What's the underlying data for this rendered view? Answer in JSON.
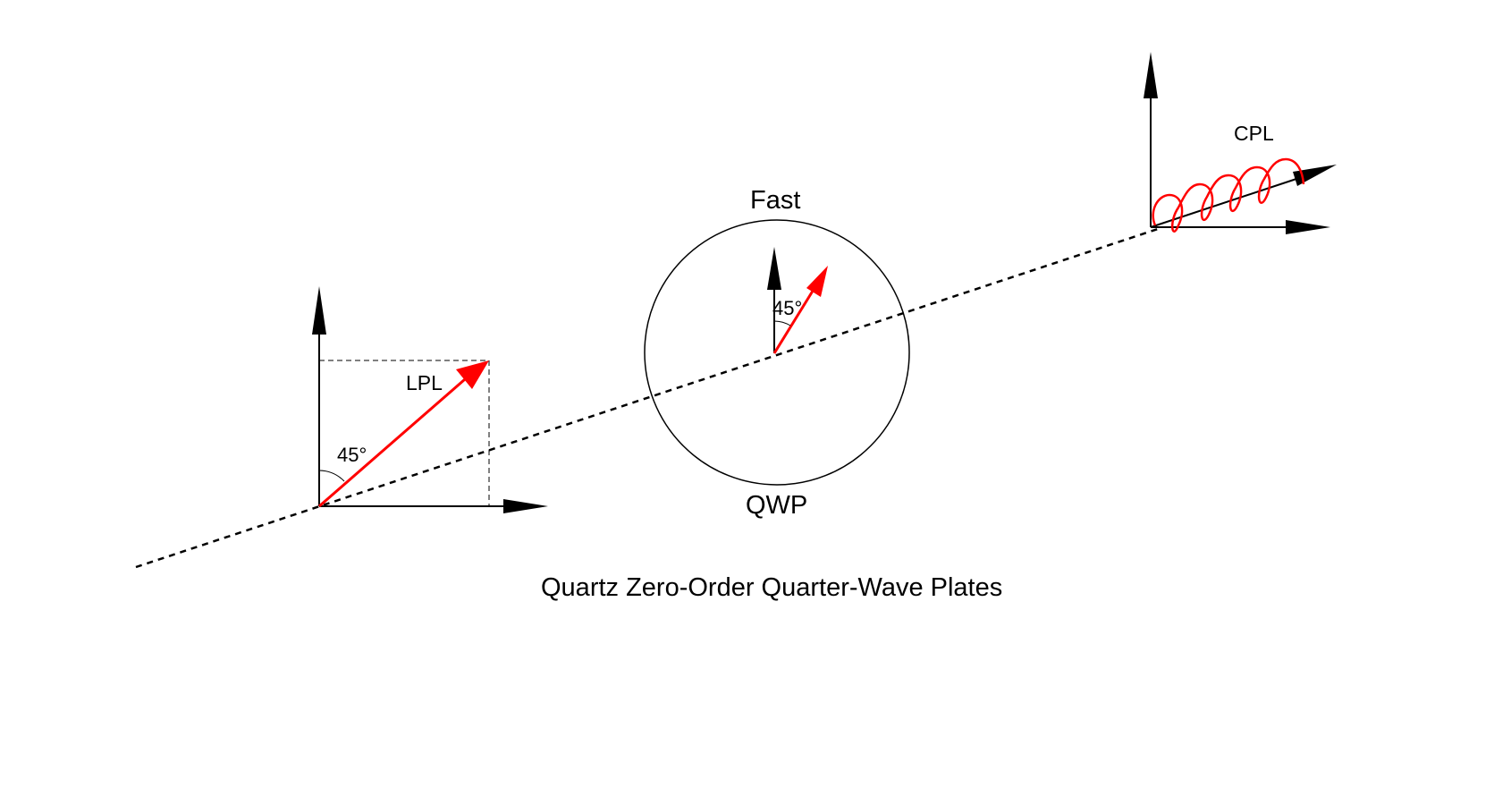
{
  "figure": {
    "caption": "Quartz Zero-Order Quarter-Wave Plates",
    "labels": {
      "lpl": "LPL",
      "cpl": "CPL",
      "fast_axis": "Fast",
      "qwp": "QWP",
      "angle_input": "45°",
      "angle_plate": "45°"
    },
    "colors": {
      "axes": "#000000",
      "polarization": "#ff0000",
      "beam_path": "#000000",
      "plate_outline": "#000000"
    },
    "beam": {
      "style": "dashed"
    },
    "angle_between_polarization_and_fast_axis_deg": 45
  }
}
